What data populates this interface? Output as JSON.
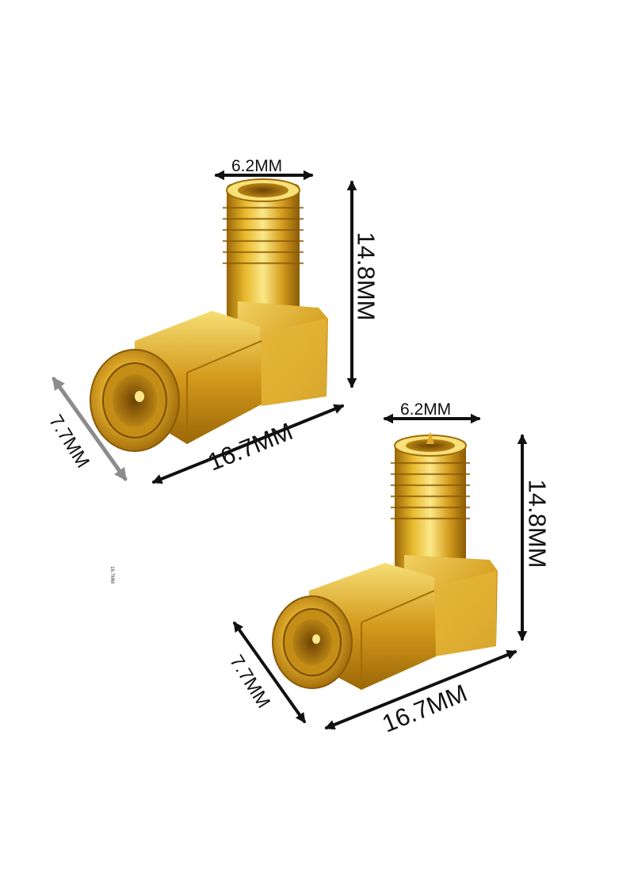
{
  "product": {
    "labels": {
      "top_width": "6.2MM",
      "top_height": "14.8MM",
      "top_length": "16.7MM",
      "top_diameter": "7.7MM",
      "bottom_width": "6.2MM",
      "bottom_height": "14.8MM",
      "bottom_length": "16.7MM",
      "bottom_diameter": "7.7MM",
      "stray": "16.7MM"
    },
    "colors": {
      "gold_light": "#f7e27a",
      "gold_mid": "#d9a521",
      "gold_dark": "#8a5a06",
      "arrow_black": "#111111",
      "arrow_grey": "#8c8c8c"
    }
  }
}
